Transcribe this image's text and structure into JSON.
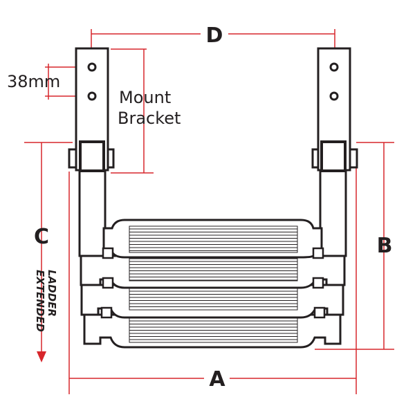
{
  "labels": {
    "dim_d": "D",
    "dim_38": "38mm",
    "mount_line1": "Mount",
    "mount_line2": "Bracket",
    "dim_c": "C",
    "ladder_line1": "LADDER",
    "ladder_line2": "EXTENDED",
    "dim_b": "B",
    "dim_a": "A"
  },
  "colors": {
    "dimension": "#d7262b",
    "outline": "#231f20"
  },
  "steps": 4
}
